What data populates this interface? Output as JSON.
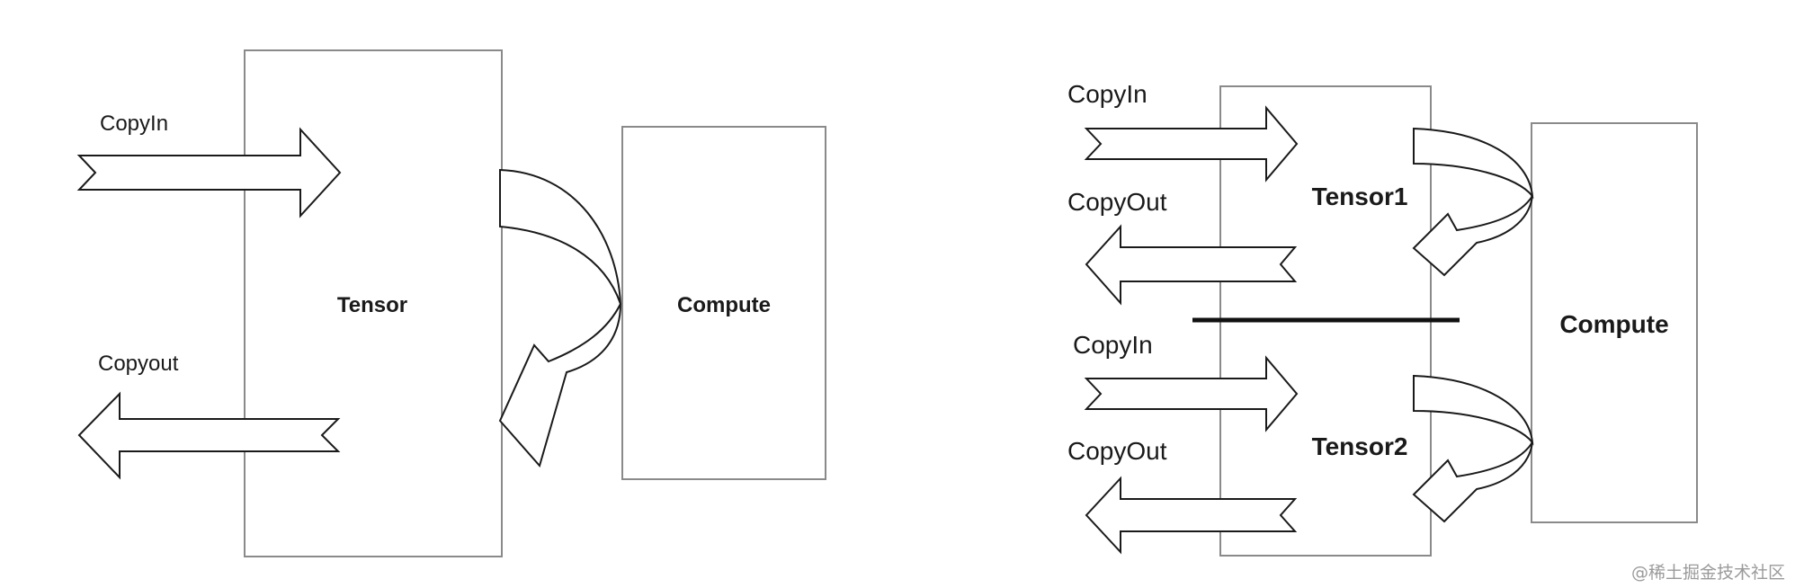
{
  "left_diagram": {
    "copy_in_label": "CopyIn",
    "copy_out_label": "Copyout",
    "tensor_label": "Tensor",
    "compute_label": "Compute"
  },
  "right_diagram": {
    "copy_in_1_label": "CopyIn",
    "copy_out_1_label": "CopyOut",
    "tensor_1_label": "Tensor1",
    "copy_in_2_label": "CopyIn",
    "copy_out_2_label": "CopyOut",
    "tensor_2_label": "Tensor2",
    "compute_label": "Compute"
  },
  "watermark": "@稀土掘金技术社区"
}
